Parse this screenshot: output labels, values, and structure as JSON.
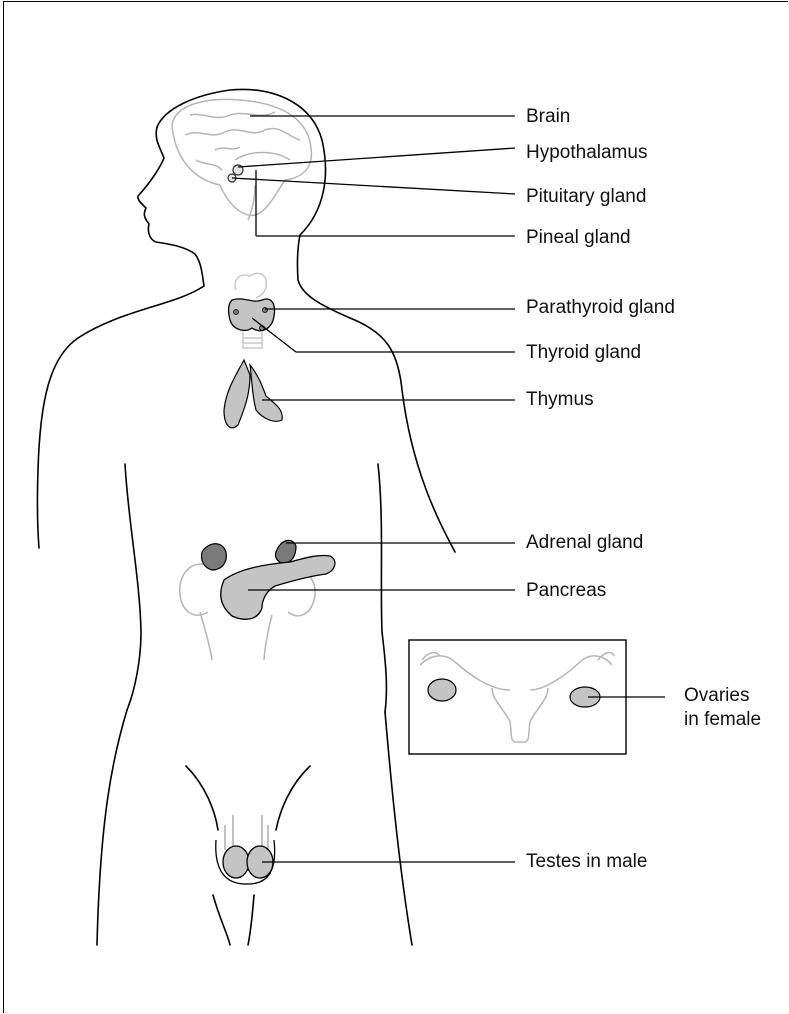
{
  "labels": {
    "brain": "Brain",
    "hypothalamus": "Hypothalamus",
    "pituitary": "Pituitary gland",
    "pineal": "Pineal gland",
    "parathyroid": "Parathyroid gland",
    "thyroid": "Thyroid gland",
    "thymus": "Thymus",
    "adrenal": "Adrenal gland",
    "pancreas": "Pancreas",
    "ovaries_line1": "Ovaries",
    "ovaries_line2": "in female",
    "testes": "Testes in male"
  },
  "colors": {
    "outline": "#000000",
    "organ_fill": "#c4c4c4",
    "organ_dark": "#7a7a7a",
    "faint": "#b5b5b5"
  }
}
